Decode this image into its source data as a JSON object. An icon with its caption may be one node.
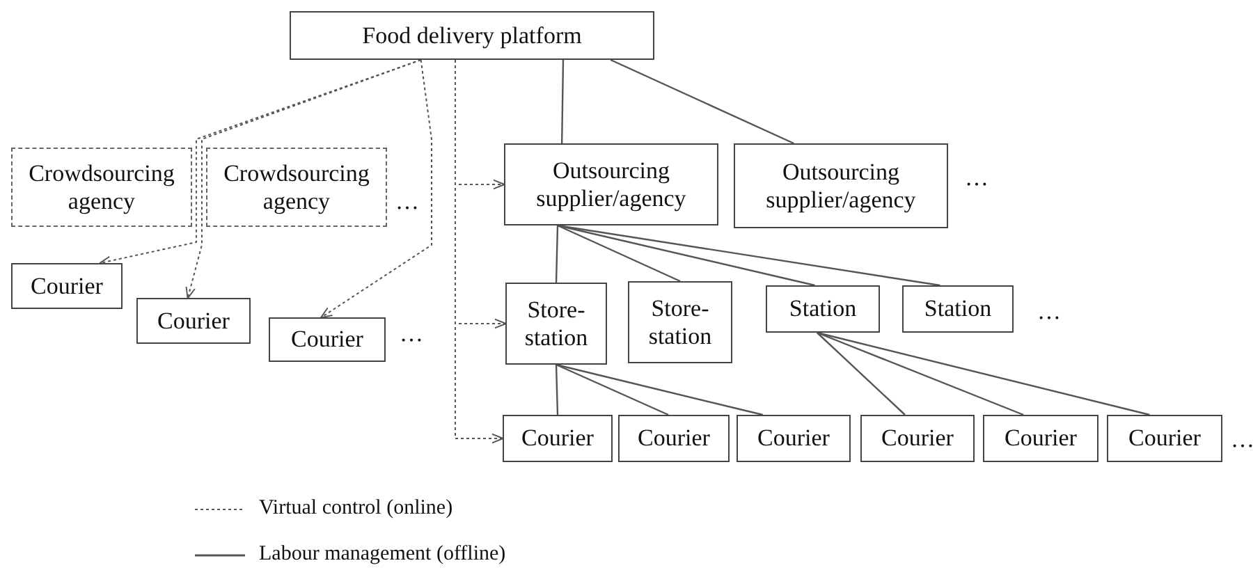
{
  "diagram": {
    "nodes": [
      {
        "text": [
          "Food delivery platform"
        ]
      },
      {
        "text": [
          "Crowdsourcing agency"
        ]
      },
      {
        "text": [
          "Crowdsourcing agency"
        ]
      },
      {
        "text": [
          "Outsourcing supplier/agency"
        ]
      },
      {
        "text": [
          "Outsourcing supplier/agency"
        ]
      },
      {
        "text": [
          "Courier"
        ]
      },
      {
        "text": [
          "Courier"
        ]
      },
      {
        "text": [
          "Courier"
        ]
      },
      {
        "text": [
          "Store-station"
        ]
      },
      {
        "text": [
          "Store-station"
        ]
      },
      {
        "text": [
          "Station"
        ]
      },
      {
        "text": [
          "Station"
        ]
      },
      {
        "text": [
          "Courier"
        ]
      },
      {
        "text": [
          "Courier"
        ]
      },
      {
        "text": [
          "Courier"
        ]
      },
      {
        "text": [
          "Courier"
        ]
      },
      {
        "text": [
          "Courier"
        ]
      },
      {
        "text": [
          "Courier"
        ]
      }
    ],
    "edges": [
      {
        "from": 0,
        "to": 5,
        "arrow": "to",
        "style": "dashed"
      },
      {
        "from": 0,
        "to": 6,
        "arrow": "to",
        "style": "dashed"
      },
      {
        "from": 0,
        "to": 7,
        "arrow": "to",
        "style": "dashed"
      },
      {
        "from": 0,
        "to": 3,
        "arrow": "to",
        "style": "dashed"
      },
      {
        "from": 0,
        "to": 8,
        "arrow": "to",
        "style": "dashed"
      },
      {
        "from": 0,
        "to": 12,
        "arrow": "to",
        "style": "dashed"
      },
      {
        "from": 0,
        "to": 3,
        "arrow": "none"
      },
      {
        "from": 0,
        "to": 4,
        "arrow": "none"
      },
      {
        "from": 3,
        "to": 8,
        "arrow": "none"
      },
      {
        "from": 3,
        "to": 9,
        "arrow": "none"
      },
      {
        "from": 3,
        "to": 10,
        "arrow": "none"
      },
      {
        "from": 3,
        "to": 11,
        "arrow": "none"
      },
      {
        "from": 8,
        "to": 12,
        "arrow": "none"
      },
      {
        "from": 8,
        "to": 13,
        "arrow": "none"
      },
      {
        "from": 8,
        "to": 14,
        "arrow": "none"
      },
      {
        "from": 10,
        "to": 15,
        "arrow": "none"
      },
      {
        "from": 10,
        "to": 16,
        "arrow": "none"
      },
      {
        "from": 10,
        "to": 17,
        "arrow": "none"
      }
    ],
    "labels": [
      "…",
      "…",
      "…",
      "…",
      "…"
    ],
    "legend": [
      {
        "text": "Virtual control (online)"
      },
      {
        "text": "Labour management (offline)"
      }
    ]
  }
}
